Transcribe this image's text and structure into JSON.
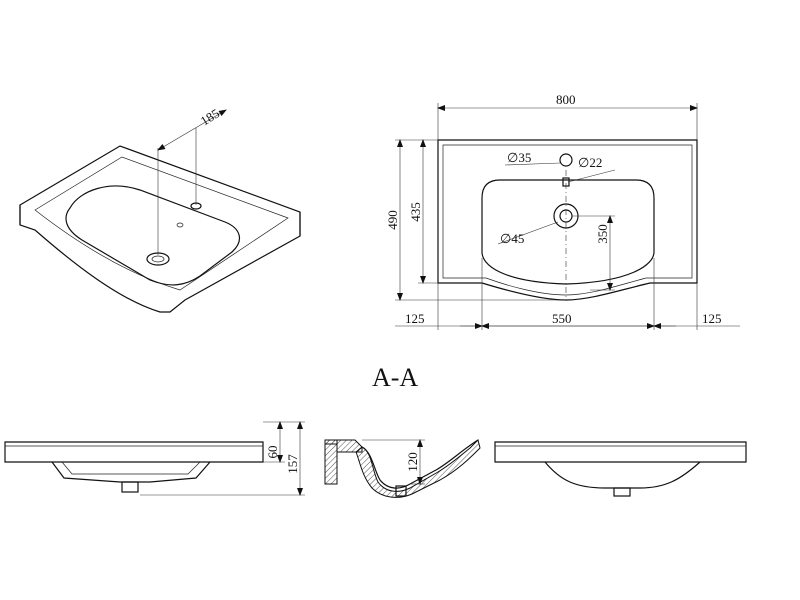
{
  "dimensions": {
    "overall_width": "800",
    "overall_depth": "490",
    "bowl_offset_depth": "435",
    "left_margin": "125",
    "bowl_width": "550",
    "right_margin": "125",
    "bowl_depth": "350",
    "tap_hole_dia": "35",
    "overflow_dia": "22",
    "drain_dia": "45",
    "iso_dim": "185",
    "rim_height": "60",
    "total_height": "157",
    "section_depth": "120"
  },
  "section": {
    "label": "A-A"
  },
  "symbols": {
    "diameter": "∅"
  }
}
